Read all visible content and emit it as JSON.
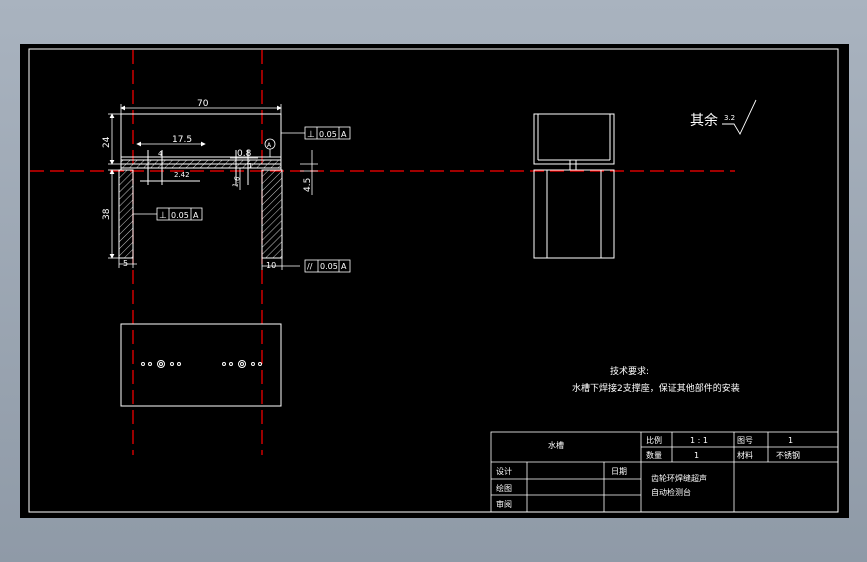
{
  "colors": {
    "background": "#000000",
    "line": "#ffffff",
    "centerline": "#ff0000",
    "viewport": "#a9b3bf"
  },
  "dims": {
    "width_70": "70",
    "height_24": "24",
    "height_38": "38",
    "d_17_5": "17.5",
    "d_4": "4",
    "d_0_8": "0.8",
    "d_2_42": "2.42",
    "d_1_6": "1.6",
    "d_1": "1",
    "d_4_5": "4.5",
    "d_5": "5",
    "d_10": "10"
  },
  "tolerances": {
    "perp_top": {
      "symbol": "⊥",
      "value": "0.05",
      "datum": "A"
    },
    "perp_left": {
      "symbol": "⊥",
      "value": "0.05",
      "datum": "A"
    },
    "parallel": {
      "symbol": "//",
      "value": "0.05",
      "datum": "A"
    }
  },
  "datum_marker": "A",
  "roughness": {
    "prefix": "其余",
    "value": "3.2"
  },
  "notes": {
    "title": "技术要求:",
    "line1": "水槽下焊接2支撑座，保证其他部件的安装"
  },
  "title_block": {
    "part_name": "水槽",
    "scale_label": "比例",
    "scale_value": "1 : 1",
    "drawing_no_label": "图号",
    "drawing_no_value": "1",
    "qty_label": "数量",
    "qty_value": "1",
    "material_label": "材料",
    "material_value": "不锈钢",
    "design_label": "设计",
    "draw_label": "绘图",
    "review_label": "审阅",
    "date_label": "日期",
    "company_line1": "齿轮环焊缝超声",
    "company_line2": "自动检测台"
  }
}
